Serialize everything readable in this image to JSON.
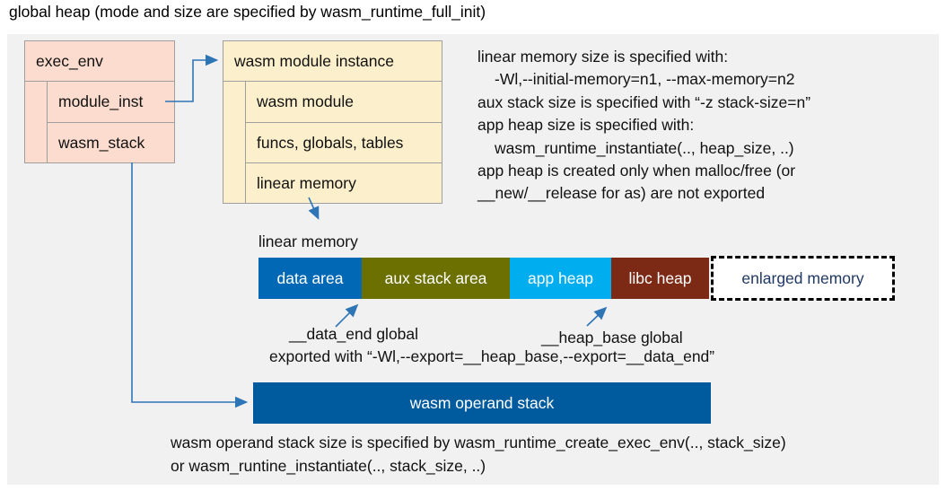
{
  "title": "global heap (mode and size are specified by wasm_runtime_full_init)",
  "exec_env": {
    "title": "exec_env",
    "rows": [
      "module_inst",
      "wasm_stack"
    ]
  },
  "module_instance": {
    "title": "wasm module instance",
    "rows": [
      "wasm module",
      "funcs, globals, tables",
      "linear memory"
    ]
  },
  "notes": {
    "lines": [
      "linear memory size is specified with:",
      "-Wl,--initial-memory=n1, --max-memory=n2",
      "aux stack size is specified with “-z stack-size=n”",
      "app heap size is specified with:",
      "wasm_runtime_instantiate(.., heap_size, ..)",
      "app heap is created only when malloc/free (or",
      "__new/__release for as) are not exported"
    ]
  },
  "linear_memory": {
    "label": "linear memory",
    "segments": [
      {
        "label": "data area",
        "color": "#0068B5"
      },
      {
        "label": "aux stack area",
        "color": "#6B7000"
      },
      {
        "label": "app heap",
        "color": "#00AEEF"
      },
      {
        "label": "libc heap",
        "color": "#7C2A16"
      },
      {
        "label": "enlarged memory",
        "color": "#FFFFFF",
        "text_color": "#1F3864"
      }
    ],
    "data_end_note": "__data_end global",
    "heap_base_note": "__heap_base global",
    "export_note": "exported with “-Wl,--export=__heap_base,--export=__data_end”"
  },
  "operand_stack": {
    "label": "wasm operand stack",
    "color": "#005A9E",
    "note_line1": "wasm operand stack size is specified by wasm_runtime_create_exec_env(.., stack_size)",
    "note_line2": "or wasm_runtine_instantiate(.., stack_size, ..)"
  },
  "colors": {
    "arrow": "#2E75B6",
    "panel_bg": "#F1F1F2",
    "exec_env_bg": "#FBDCCE",
    "module_instance_bg": "#FCEFCB",
    "box_border": "#9F9F9F"
  }
}
